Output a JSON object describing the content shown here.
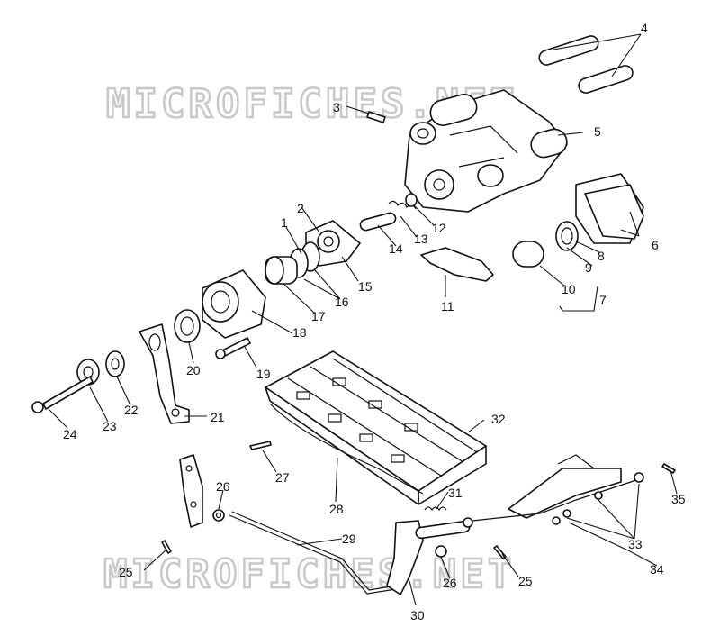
{
  "watermarks": [
    "MICROFICHES.NET",
    "MICROFICHES.NET"
  ],
  "callouts": [
    "1",
    "2",
    "3",
    "4",
    "5",
    "6",
    "7",
    "8",
    "9",
    "10",
    "11",
    "12",
    "13",
    "14",
    "15",
    "16",
    "17",
    "18",
    "19",
    "20",
    "21",
    "22",
    "23",
    "24",
    "25",
    "25",
    "26",
    "26",
    "27",
    "28",
    "29",
    "30",
    "31",
    "32",
    "33",
    "34",
    "35"
  ]
}
